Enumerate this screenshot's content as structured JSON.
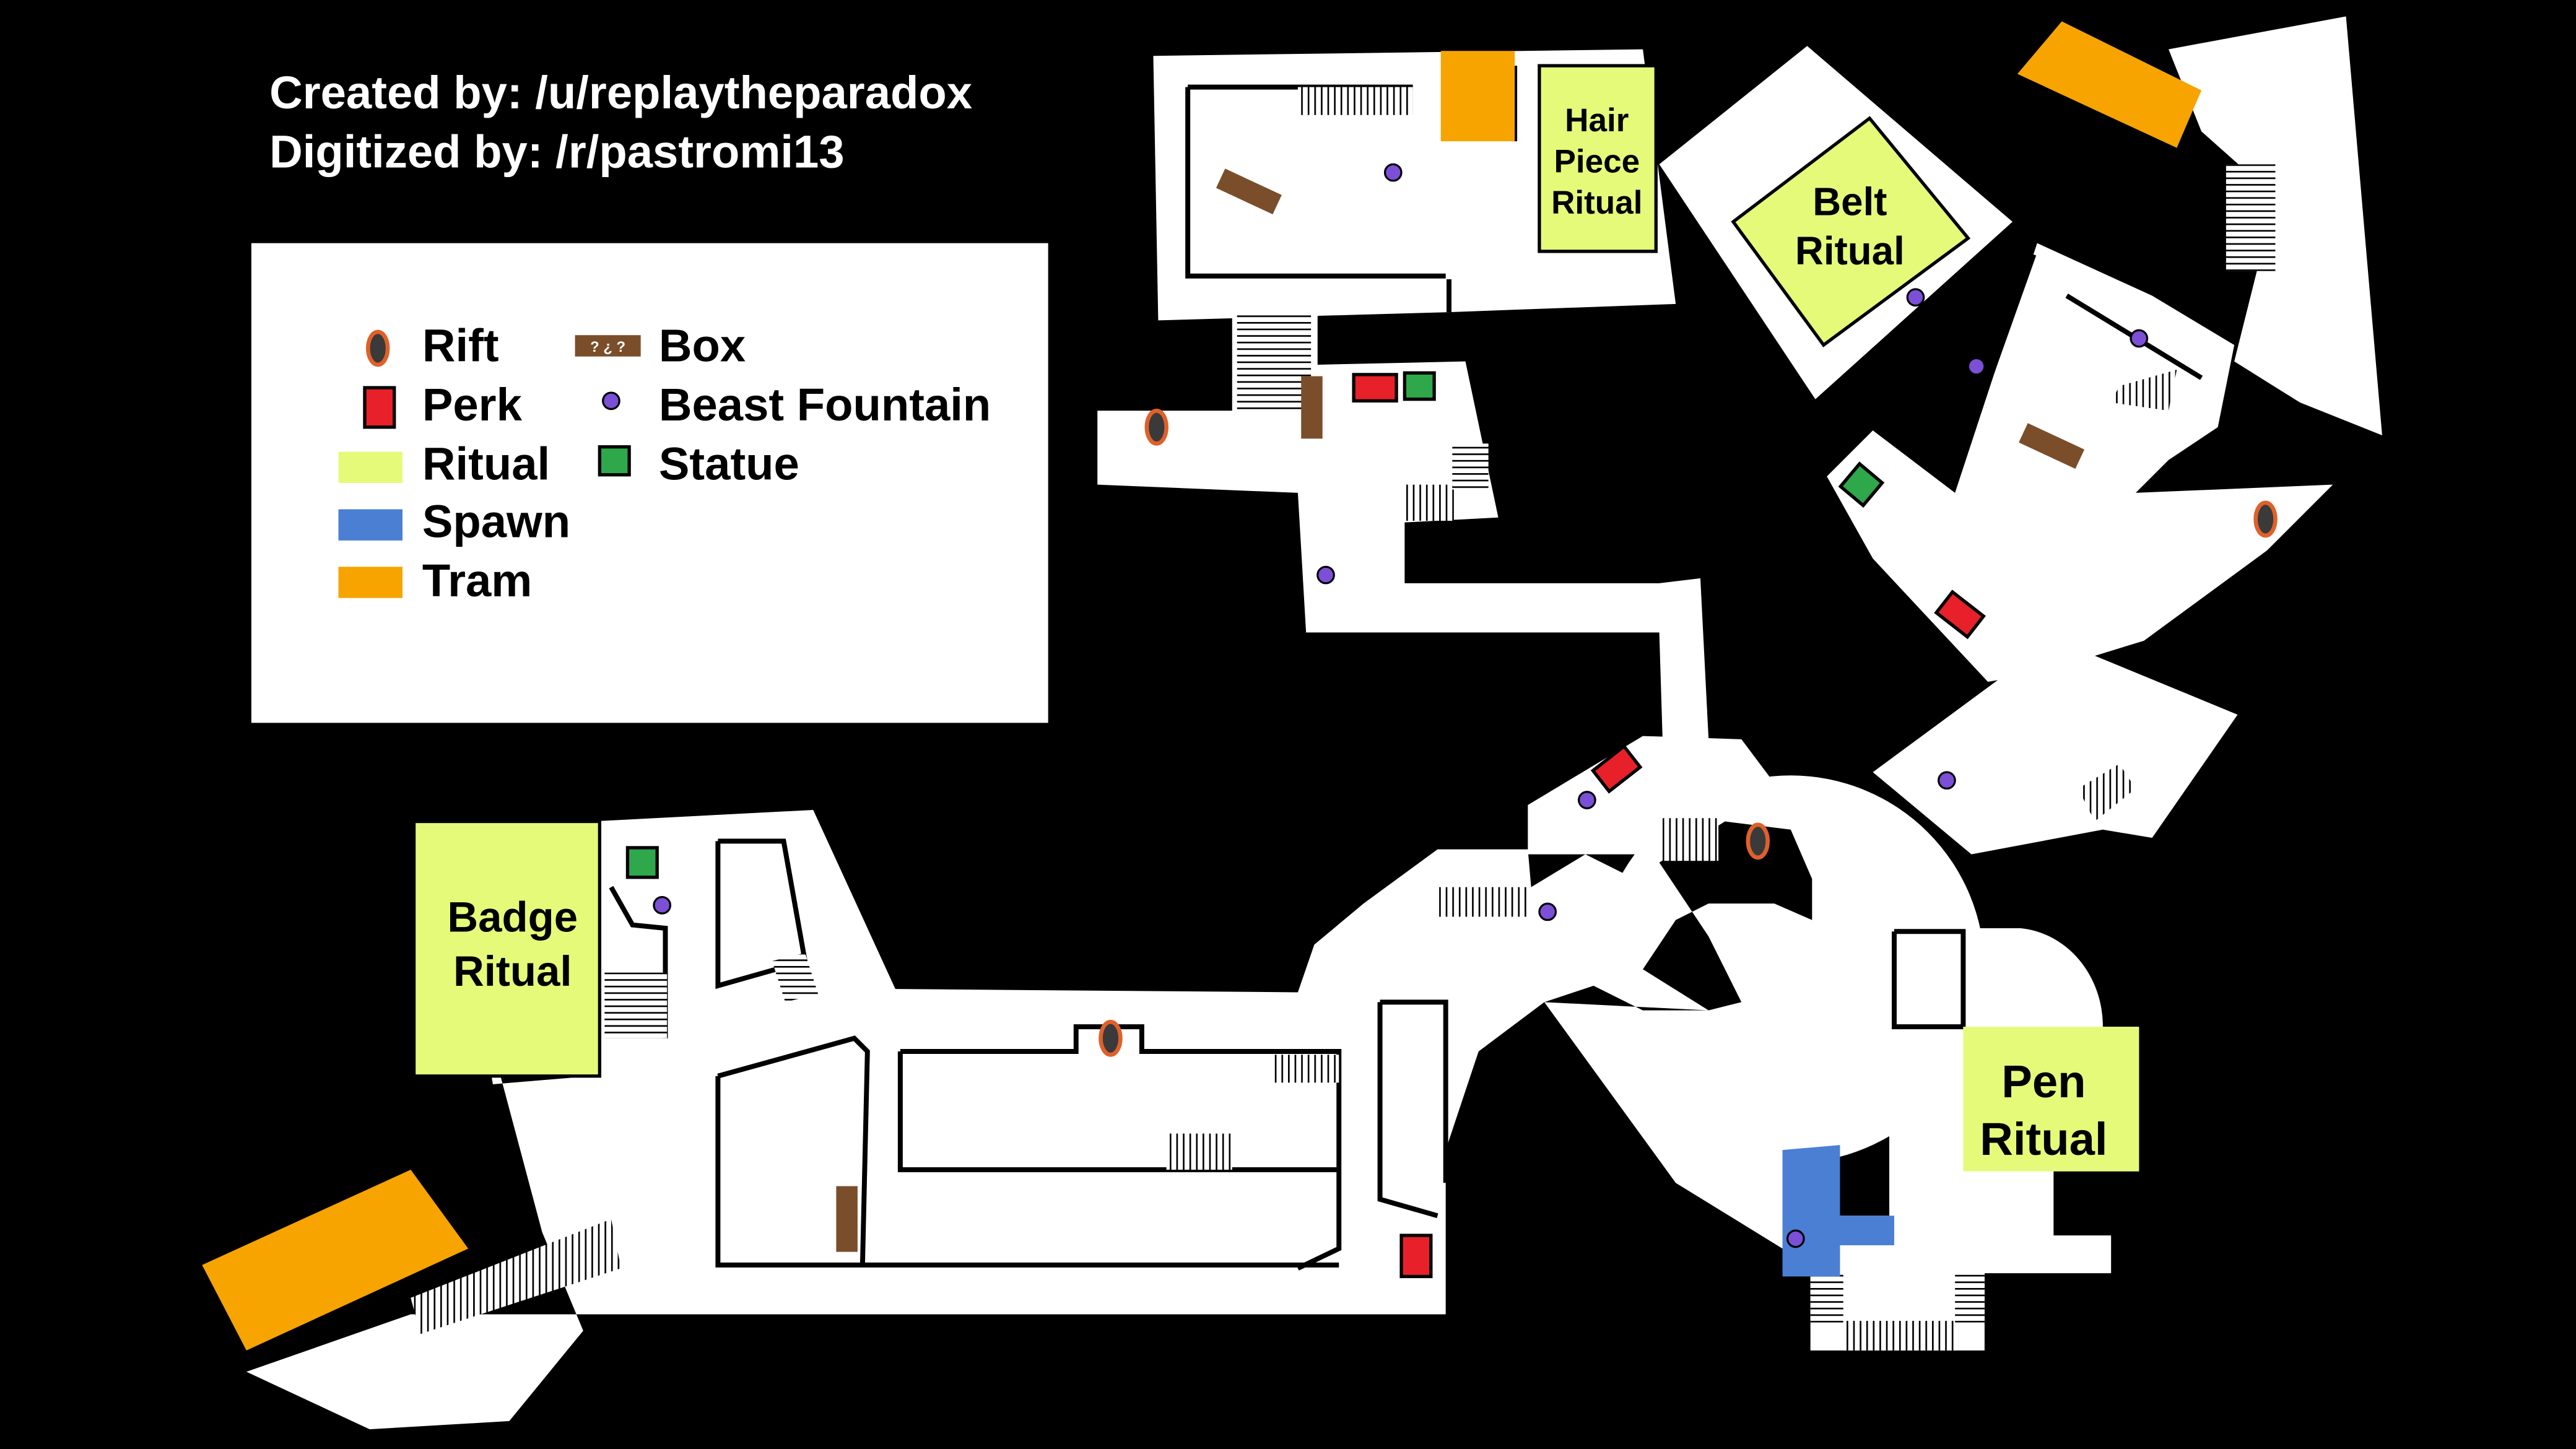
{
  "header": {
    "created_by": "Created by: /u/replaytheparadox",
    "digitized_by": "Digitized by: /r/pastromi13"
  },
  "legend": {
    "items": [
      {
        "label": "Rift",
        "icon": "rift-icon"
      },
      {
        "label": "Perk",
        "icon": "perk-icon"
      },
      {
        "label": "Ritual",
        "icon": "ritual-swatch"
      },
      {
        "label": "Spawn",
        "icon": "spawn-swatch"
      },
      {
        "label": "Tram",
        "icon": "tram-swatch"
      },
      {
        "label": "Box",
        "icon": "box-icon"
      },
      {
        "label": "Beast Fountain",
        "icon": "beast-fountain-icon"
      },
      {
        "label": "Statue",
        "icon": "statue-icon"
      }
    ]
  },
  "rituals": {
    "hair": [
      "Hair",
      "Piece",
      "Ritual"
    ],
    "belt": [
      "Belt",
      "Ritual"
    ],
    "badge": [
      "Badge",
      "Ritual"
    ],
    "pen": [
      "Pen",
      "Ritual"
    ]
  },
  "box_glyph": "? ¿ ?",
  "colors": {
    "ritual": "#e6fa7a",
    "spawn": "#4a7fd4",
    "tram": "#f7a400",
    "perk": "#e8202a",
    "statue": "#2ea84a",
    "fountain": "#7b4fd6",
    "rift_stroke": "#e0602a",
    "box": "#7a4e2a"
  }
}
